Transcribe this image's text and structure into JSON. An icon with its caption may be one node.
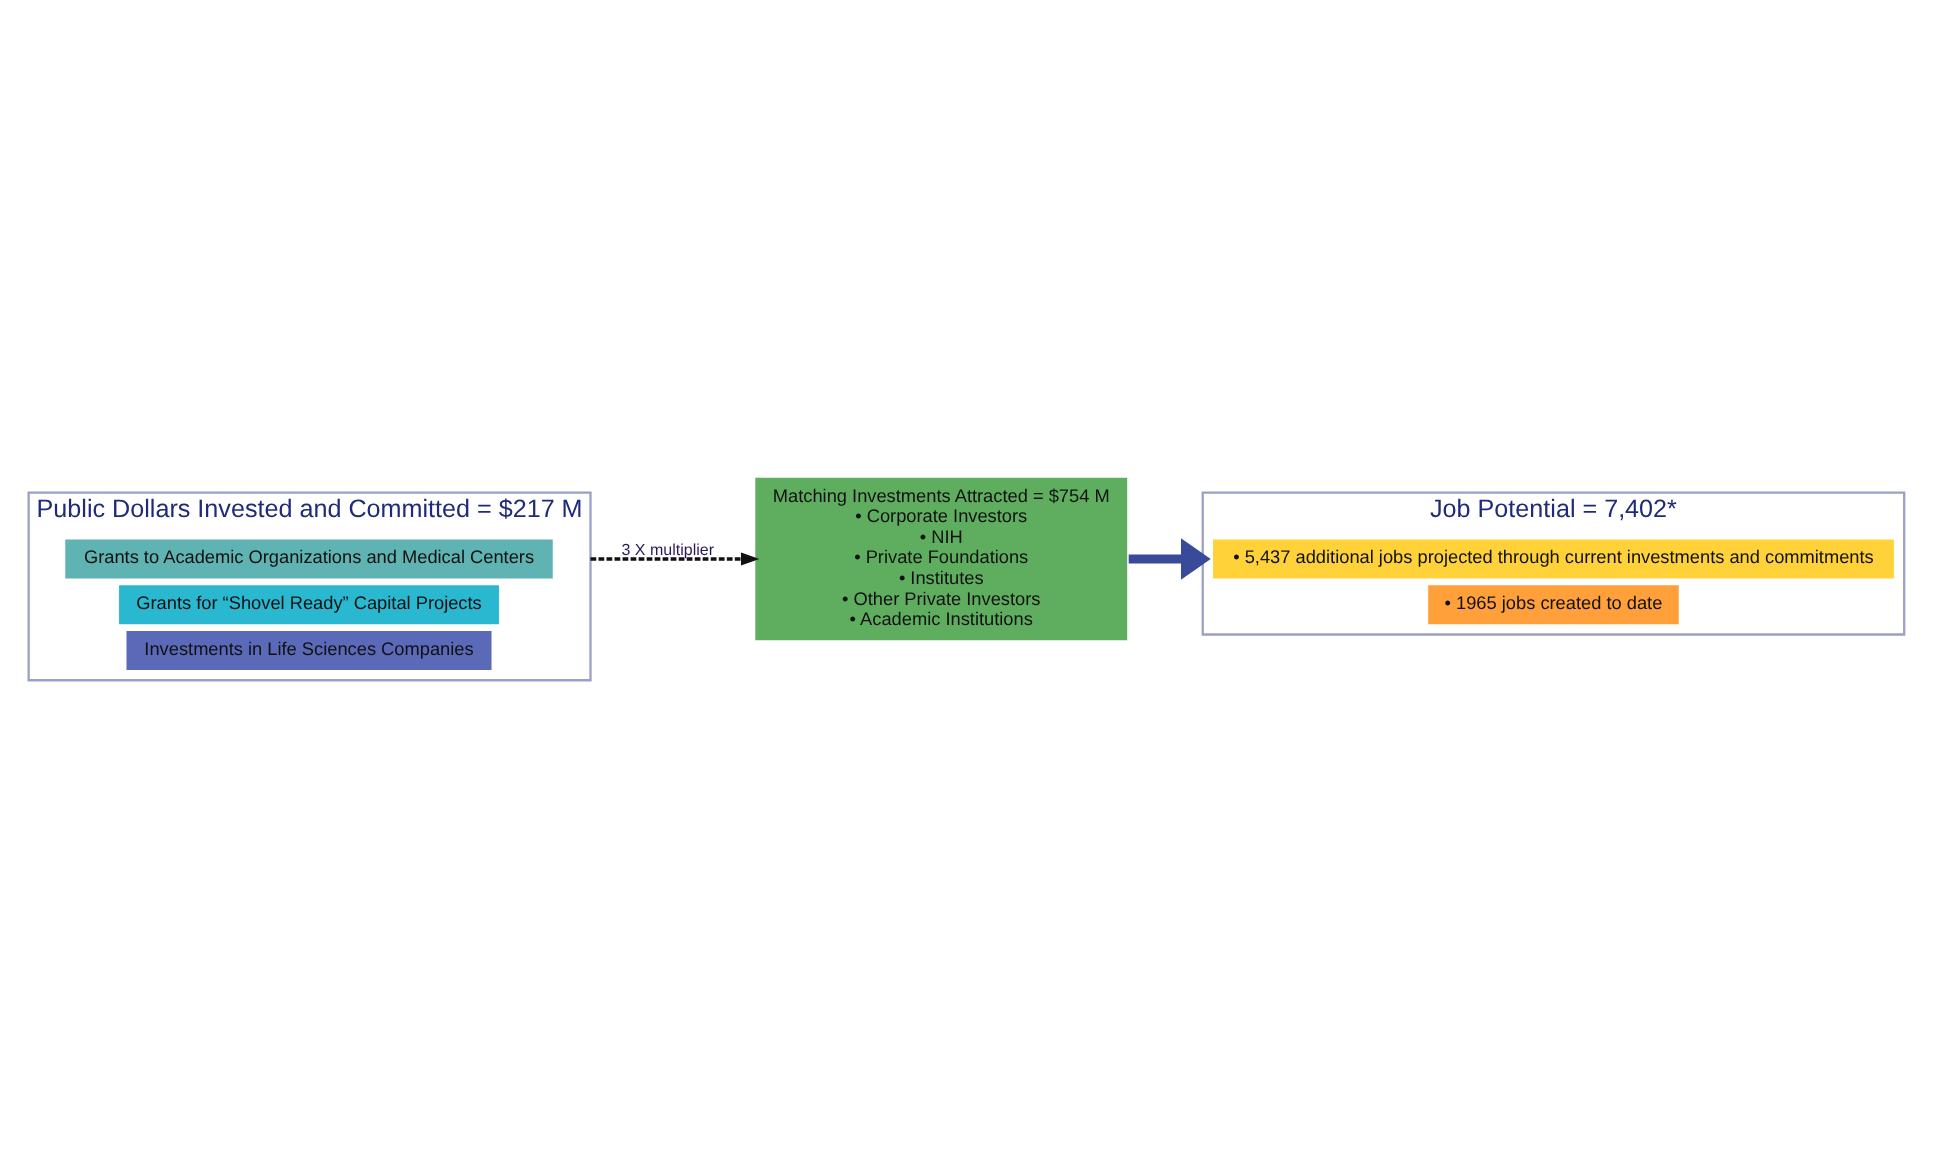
{
  "diagram": {
    "nodes": [
      {
        "text": [
          "Public Dollars Invested and Committed = $217 M"
        ]
      },
      {
        "text": [
          "Grants to Academic Organizations and Medical Centers"
        ],
        "in": 0
      },
      {
        "text": [
          "Grants for “Shovel Ready” Capital Projects"
        ],
        "in": 0
      },
      {
        "text": [
          "Investments in Life Sciences Companies"
        ],
        "in": 0
      },
      {
        "text": [
          "Matching Investments Attracted = $754 M",
          "• Corporate Investors",
          "• NIH",
          "• Private Foundations",
          "• Institutes",
          "• Other Private Investors",
          "• Academic Institutions"
        ]
      },
      {
        "text": [
          "Job Potential = 7,402*"
        ]
      },
      {
        "text": [
          "• 5,437 additional jobs projected through current investments and commitments"
        ],
        "in": 5
      },
      {
        "text": [
          "• 1965 jobs created to date"
        ],
        "in": 5
      }
    ],
    "edges": [
      {
        "from": 0,
        "to": 4,
        "arrow": "to",
        "label": "3 X multiplier",
        "style": "dashed"
      },
      {
        "from": 4,
        "to": 5,
        "arrow": "to",
        "style": "thick",
        "color": "#3a4a9a"
      }
    ]
  }
}
